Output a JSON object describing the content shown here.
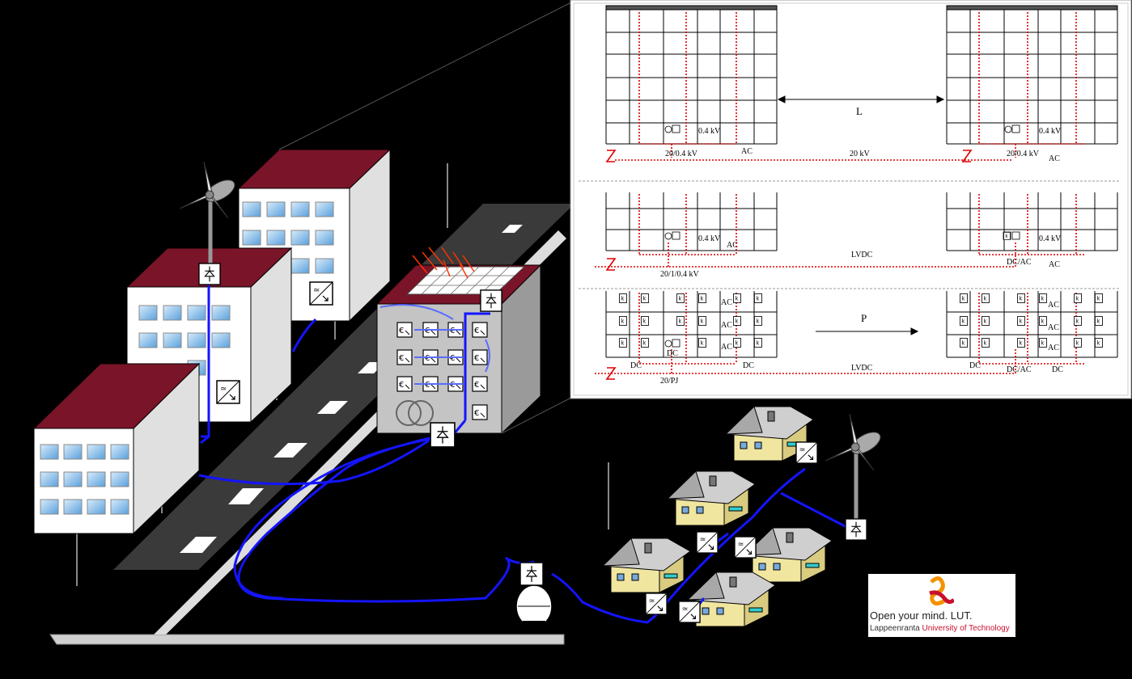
{
  "diagram": {
    "labels": {
      "length": "L",
      "mv_voltage": "20 kV",
      "lv_ac": "0.4 kV",
      "ac": "AC",
      "dc": "DC",
      "transformer": "20/0.4 kV",
      "transformer_lvdc": "20/1/0.4 kV",
      "lvdc": "LVDC",
      "converter_dcac": "DC/AC",
      "power": "P",
      "rectifier_pj": "20/PJ"
    }
  },
  "logo": {
    "slogan": "Open your mind. LUT.",
    "city": "Lappeenranta",
    "university": "University of Technology",
    "colors": {
      "orange": "#f39200",
      "red": "#c8102e"
    }
  },
  "colors": {
    "cable": "#1414ff",
    "roof": "#7a1428",
    "road": "#3a3a3a",
    "grid_red": "#e00000"
  }
}
